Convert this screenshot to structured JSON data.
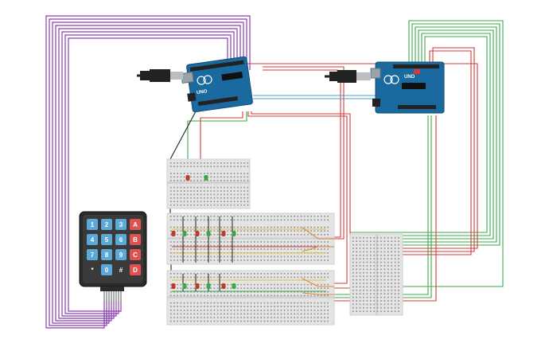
{
  "canvas": {
    "background": "#ffffff"
  },
  "keypad": {
    "keys": [
      "1",
      "2",
      "3",
      "A",
      "4",
      "5",
      "6",
      "B",
      "7",
      "8",
      "9",
      "C",
      "*",
      "0",
      "#",
      "D"
    ],
    "colors": {
      "number_key": "#5aa9d6",
      "letter_key": "#e0524f",
      "symbol_key": "#e0524f",
      "body": "#2b2b2b"
    }
  },
  "boards": {
    "left": {
      "label": "UNO",
      "brand": "ARDUINO"
    },
    "right": {
      "label": "UNO",
      "brand": "ARDUINO"
    }
  },
  "wire_colors": {
    "purple": "#8a3fb0",
    "red": "#d43a3a",
    "green": "#3aa84a",
    "blue": "#4aa0d8",
    "yellow": "#e2c23a",
    "black": "#222222",
    "orange": "#e08a2e"
  }
}
